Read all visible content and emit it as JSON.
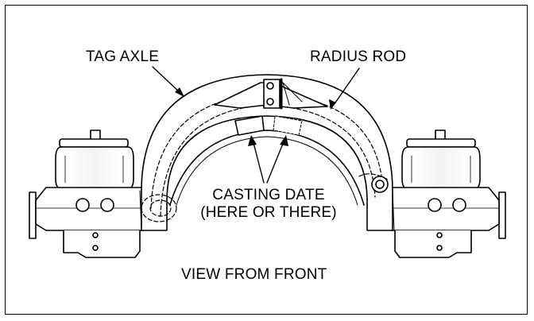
{
  "labels": {
    "tag_axle": "TAG AXLE",
    "radius_rod": "RADIUS ROD",
    "casting_date_line1": "CASTING DATE",
    "casting_date_line2": "(HERE OR THERE)",
    "view": "VIEW FROM FRONT"
  },
  "colors": {
    "ink": "#000000",
    "paper": "#ffffff",
    "hatch": "#9a9a9a"
  }
}
